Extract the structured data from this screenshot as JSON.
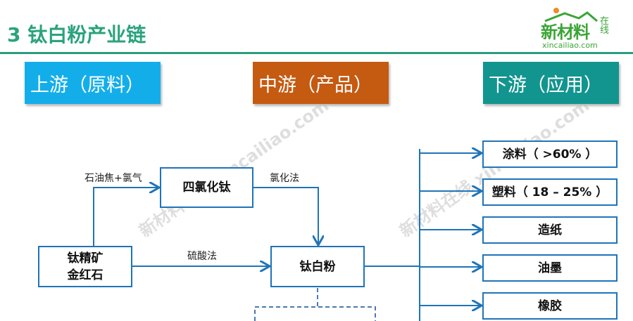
{
  "title": "3  钛白粉产业链",
  "logo": {
    "main": "新材料",
    "side": "在线",
    "url": "xincailiao.com"
  },
  "stages": {
    "upstream": "上游（原料）",
    "midstream": "中游（产品）",
    "downstream": "下游（应用）"
  },
  "colors": {
    "upstream": "#13aeea",
    "midstream": "#c55a11",
    "downstream": "#12958f",
    "line": "#1f74b8"
  },
  "nodes": {
    "ore": "钛精矿\n金红石",
    "ticl4": "四氯化钛",
    "tio2": "钛白粉"
  },
  "edges": {
    "coke_chlorine": "石油焦+氯气",
    "chloride": "氯化法",
    "sulfate": "硫酸法"
  },
  "applications": [
    "涂料（ >60% ）",
    "塑料（ 18 – 25% ）",
    "造纸",
    "油墨",
    "橡胶"
  ],
  "watermark": "新材料在线 xincailiao.com"
}
